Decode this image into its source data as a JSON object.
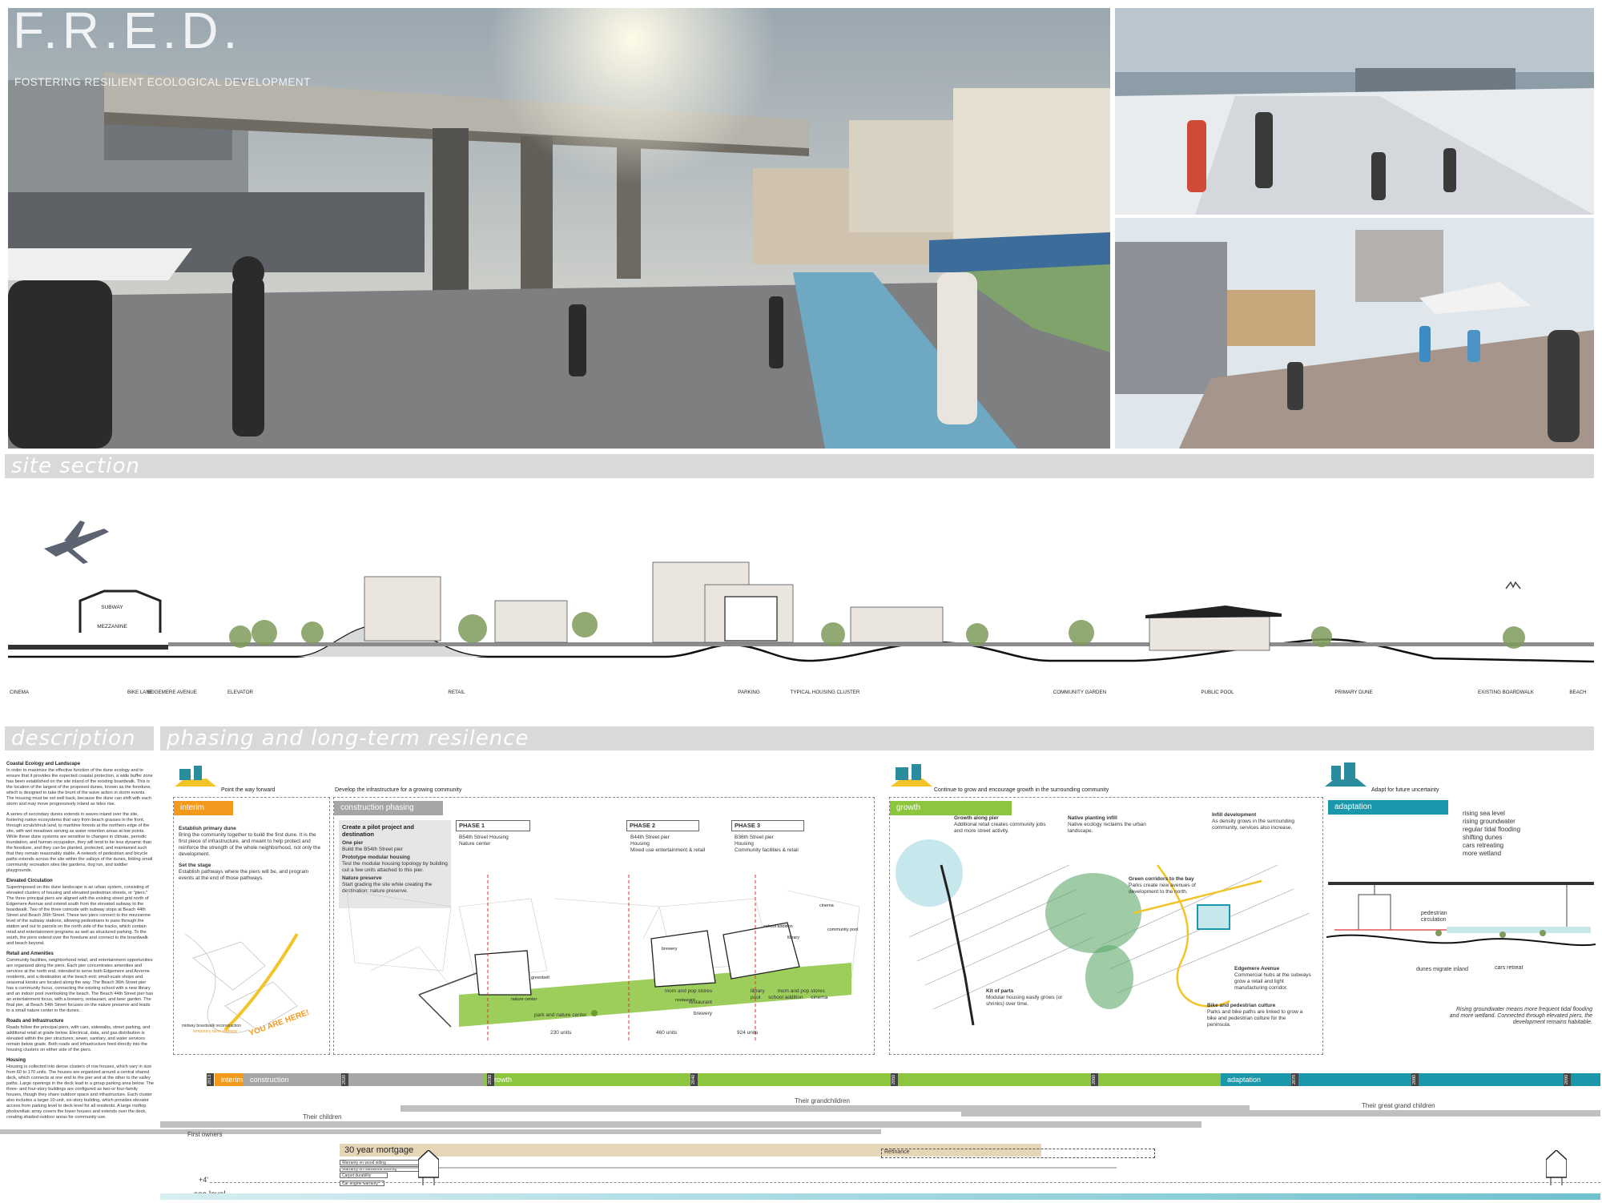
{
  "brand": {
    "title": "F.R.E.D.",
    "subtitle": "FOSTERING RESILIENT ECOLOGICAL DEVELOPMENT"
  },
  "sections": {
    "site_section": "site section",
    "description": "description",
    "phasing": "phasing and long-term resilence"
  },
  "section_labels": [
    "CINEMA",
    "BIKE LANE",
    "EDGEMERE AVENUE",
    "ELEVATOR",
    "RETAIL",
    "PARKING",
    "TYPICAL HOUSING CLUSTER",
    "COMMUNITY GARDEN",
    "PUBLIC POOL",
    "PRIMARY DUNE",
    "EXISTING BOARDWALK",
    "BEACH"
  ],
  "section_station": [
    "SUBWAY",
    "MEZZANINE"
  ],
  "description": {
    "h1": "Coastal Ecology and Landscape",
    "p1": "In order to maximize the effective function of the dune ecology and to ensure that it provides the expected coastal protection, a wide buffer zone has been established on the site inland of the existing boardwalk. This is the location of the largest of the proposed dunes, known as the foredune, which is designed to take the brunt of the wave action in storm events. The housing must be set well back, because the dune can shift with each storm and may move progressively inland as tides rise.",
    "p2": "A series of secondary dunes extends in waves inland over the site, fostering native ecosystems that vary from beach grasses in the front, through scrub/shrub land, to maritime forests at the northern edge of the site, with wet meadows serving as water retention areas at low points. While these dune systems are sensitive to changes in climate, periodic inundation, and human occupation, they will tend to be less dynamic than the foredune, and they can be planted, protected, and maintained such that they remain reasonably stable. A network of pedestrian and bicycle paths extends across the site within the valleys of the dunes, linking small community recreation sites like gardens, dog run, and toddler playgrounds.",
    "h2": "Elevated Circulation",
    "p3": "Superimposed on this dune landscape is an urban system, consisting of elevated clusters of housing and elevated pedestrian streets, or \"piers.\" The three principal piers are aligned with the existing street grid north of Edgemere Avenue and extend south from the elevated subway to the boardwalk. Two of the three coincide with subway stops at Beach 44th Street and Beach 36th Street. These two piers connect to the mezzanine level of the subway stations, allowing pedestrians to pass through the station and out to parcels on the north side of the tracks, which contain retail and entertainment programs as well as structured parking. To the south, the piers extend over the foredune and connect to the boardwalk and beach beyond.",
    "h3": "Retail and Amenities",
    "p4": "Community facilities, neighborhood retail, and entertainment opportunities are organized along the piers. Each pier concentrates amenities and services at the north end, intended to serve both Edgemere and Arverne residents, and a destination at the beach end; small-scale shops and seasonal kiosks are located along the way. The Beach 36th Street pier has a community focus, connecting the existing school with a new library and an indoor pool overlooking the beach. The Beach 44th Street pier has an entertainment focus, with a brewery, restaurant, and beer garden. The final pier, at Beach 54th Street focuses on the nature preserve and leads to a small nature center in the dunes.",
    "h4": "Roads and Infrastructure",
    "p5": "Roads follow the principal piers, with cars, sidewalks, street parking, and additional retail at grade below. Electrical, data, and gas distribution is elevated within the pier structures; sewer, sanitary, and water services remain below grade. Both roads and infrastructure feed directly into the housing clusters on either side of the piers.",
    "h5": "Housing",
    "p6": "Housing is collected into dense clusters of row houses, which vary in size from 60 to 170 units. The houses are organized around a central shared deck, which connects at one end to the pier and at the other to the valley paths. Large openings in the deck lead to a group parking area below. The three- and four-story buildings are configured as two-or four-family houses, though they share outdoor space and infrastructure. Each cluster also includes a larger 10-unit, six-story building, which provides elevator access from parking level to deck level for all residents. A large rooftop photovoltaic array covers the lower houses and extends over the deck, creating shaded outdoor areas for community use."
  },
  "phasing": {
    "col1_head": "Point the way forward",
    "col2_head": "Develop the infrastructure for a growing community",
    "col3_head": "Continue to grow and encourage growth in the surrounding community",
    "col4_head": "Adapt for future uncertainty",
    "interim": {
      "tag": "interim",
      "b1": "Establish primary dune",
      "t1": "Bring the community together to build the first dune. It is the first piece of infrastructure, and meant to help protect and reinforce the strength of the whole neighborhood, not only the development.",
      "b2": "Set the stage",
      "t2": "Establish pathways where the piers will be, and program events at the end of those pathways.",
      "map_note1": "midway boardwalk reconstruction",
      "map_note2": "temporary dune walkway",
      "here": "YOU ARE HERE!"
    },
    "construction": {
      "tag": "construction phasing",
      "pilot": "Create a pilot project and destination",
      "b1": "One pier",
      "t1": "Build the B54th Street pier",
      "b2": "Prototype modular housing",
      "t2": "Test the modular housing topology by building out a few units attached to this pier.",
      "b3": "Nature preserve",
      "t3": "Start grading the site while creating the destination: nature preserve.",
      "p1": "PHASE 1",
      "p1_items": [
        "B54th Street Housing",
        "Nature center"
      ],
      "p2": "PHASE 2",
      "p2_items": [
        "B44th Street pier",
        "Housing",
        "Mixed use entertainment & retail"
      ],
      "p3": "PHASE 3",
      "p3_items": [
        "B36th Street pier",
        "Housing",
        "Community facilities & retail"
      ],
      "map_labels": [
        "greenbelt",
        "nature center",
        "brewery",
        "restaurant",
        "school addition",
        "library",
        "cinema",
        "community pool"
      ],
      "legend1": [
        "park and nature center"
      ],
      "legend2": [
        "mom and pop stores",
        "restaurant",
        "brewery"
      ],
      "legend3": [
        "library",
        "pool",
        "school addition",
        "mom and pop stores",
        "cinema"
      ],
      "units": [
        "230 units",
        "460 units",
        "924 units"
      ]
    },
    "growth": {
      "tag": "growth",
      "n1_t": "Growth along pier",
      "n1_d": "Additional retail creates community jobs and more street activity.",
      "n2_t": "Native planting infill",
      "n2_d": "Native ecology reclaims the urban landscape.",
      "n3_t": "Infill development",
      "n3_d": "As density grows in the surrounding community, services also increase.",
      "n4_t": "Green corridors to the bay",
      "n4_d": "Parks create new avenues of development to the north.",
      "n5_t": "Edgemere Avenue",
      "n5_d": "Commercial hubs at the subways grow a retail and light manufacturing corridor.",
      "n6_t": "Bike and pedestrian culture",
      "n6_d": "Parks and bike paths are linked to grow a bike and pedestrian culture for the peninsula.",
      "n7_t": "Kit of parts",
      "n7_d": "Modular housing easily grows (or shrinks) over time."
    },
    "adaptation": {
      "tag": "adaptation",
      "list": [
        "rising sea level",
        "rising groundwater",
        "regular tidal flooding",
        "shifting dunes",
        "cars retreating",
        "more wetland"
      ],
      "ped": "pedestrian circulation",
      "dunes": "dunes migrate inland",
      "cars": "cars retreat",
      "closing": "Rising groundwater means more frequent tidal flooding and more wetland. Connected through elevated piers, the development remains habitable."
    }
  },
  "timeline": {
    "years": [
      "2013",
      "2020",
      "2030",
      "2040",
      "2050",
      "2060",
      "2070",
      "2080",
      "2090"
    ],
    "segments": [
      "interim",
      "construction",
      "growth",
      "adaptation"
    ],
    "generations": [
      "First owners",
      "Their children",
      "Their grandchildren",
      "Their great grand children"
    ],
    "mortgage": "30 year mortgage",
    "refinance": "Refinance",
    "warranties": [
      "Warranty on wood siding",
      "Warranty on hardwood flooring",
      "Carpet durability",
      "Car engine warranty"
    ],
    "sea": "sea level",
    "sea_rise": "+4'"
  },
  "colors": {
    "orange": "#f39a1e",
    "green": "#8cc63f",
    "teal": "#1a97ab",
    "gray": "#a6a6a6",
    "bar": "#d9d9d9"
  }
}
